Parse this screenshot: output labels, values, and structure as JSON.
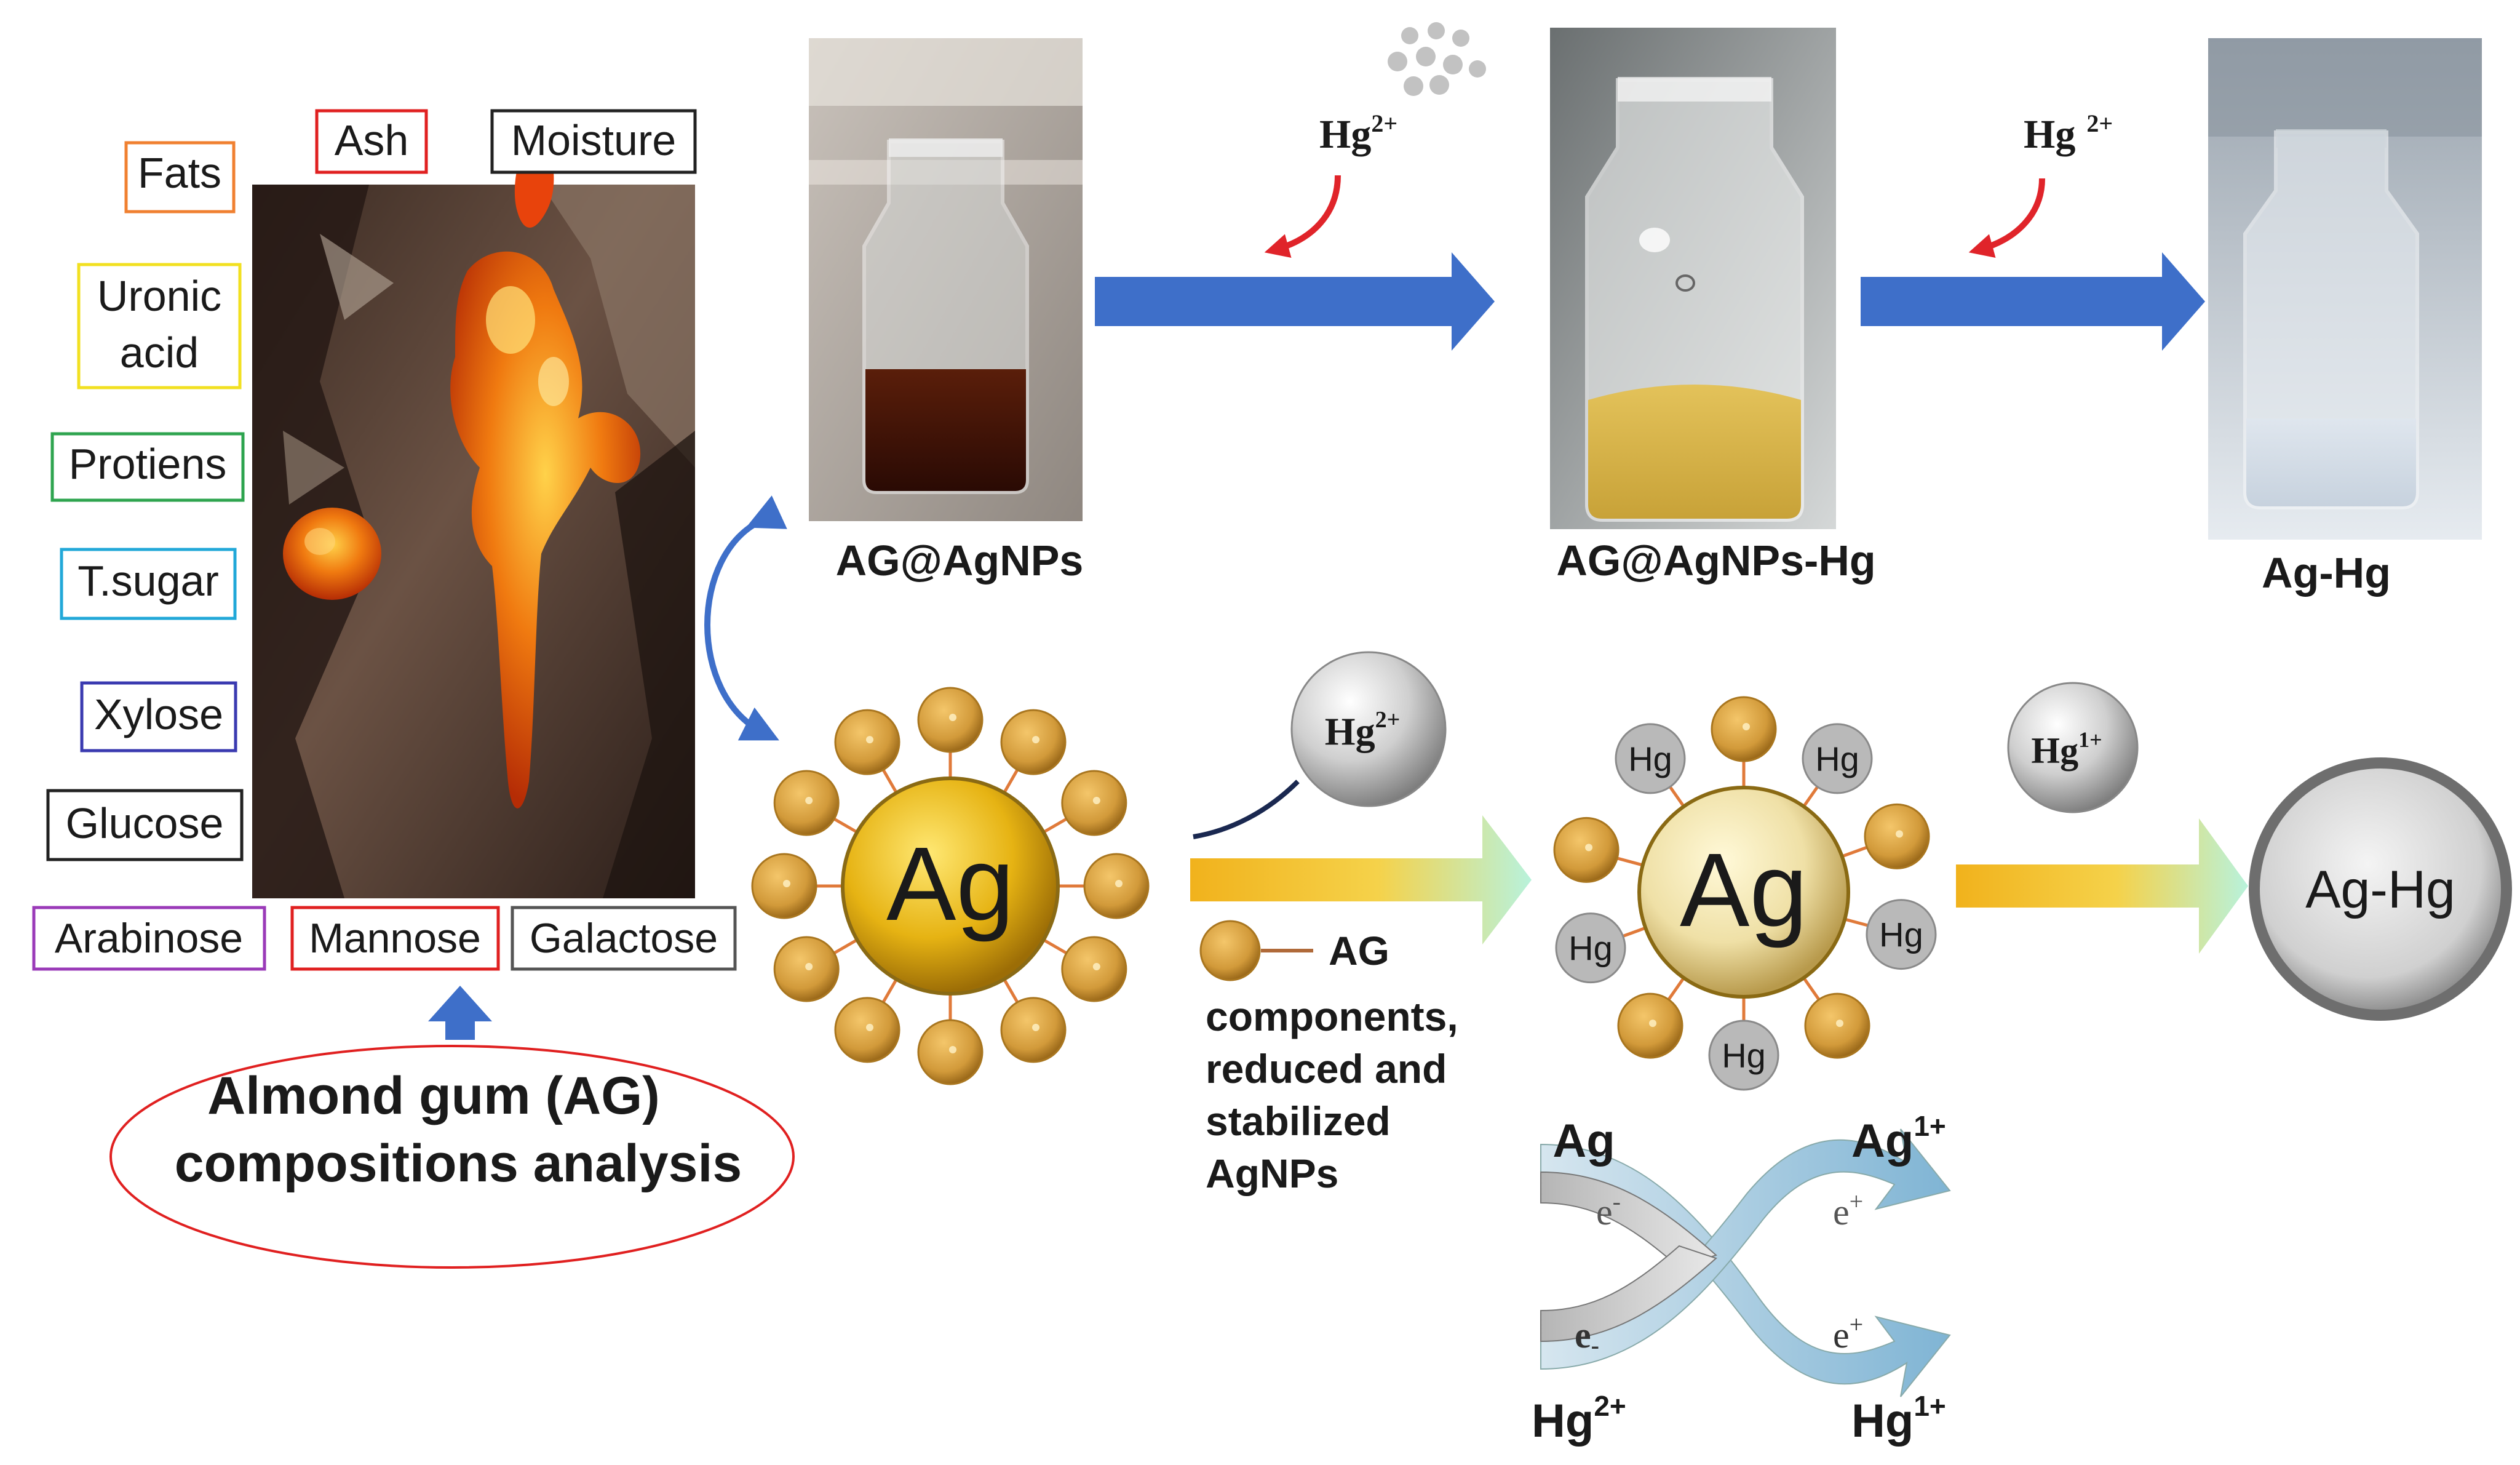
{
  "composition_labels": [
    {
      "text": "Fats",
      "color": "#f08030"
    },
    {
      "text": "Ash",
      "color": "#e02020"
    },
    {
      "text": "Moisture",
      "color": "#222222"
    },
    {
      "text": "Uronic",
      "color": "#f2e020"
    },
    {
      "text": "acid",
      "color": "#f2e020"
    },
    {
      "text": "Protiens",
      "color": "#2ea44f"
    },
    {
      "text": "T.sugar",
      "color": "#22a8d8"
    },
    {
      "text": "Xylose",
      "color": "#3a3ab0"
    },
    {
      "text": "Glucose",
      "color": "#222222"
    },
    {
      "text": "Arabinose",
      "color": "#9a3ab8"
    },
    {
      "text": "Mannose",
      "color": "#e02020"
    },
    {
      "text": "Galactose",
      "color": "#555555"
    }
  ],
  "ellipse_line1": "Almond gum (AG)",
  "ellipse_line2": "compositions analysis",
  "vial1_label": "AG@AgNPs",
  "vial2_label": "AG@AgNPs-Hg",
  "vial3_label": "Ag-Hg",
  "hg_ion_label": "Hg",
  "hg2_sup": "2+",
  "hg1_sup": "1+",
  "ag_core_label": "Ag",
  "hg_small_label": "Hg",
  "ag_hg_label": "Ag-Hg",
  "legend_lines": [
    "AG",
    "components,",
    "reduced and",
    "stabilized",
    "AgNPs"
  ],
  "redox": {
    "ag": "Ag",
    "ag1": "Ag",
    "hg2": "Hg",
    "hg1": "Hg",
    "sup_ag1": "1+",
    "sup_hg2": "2+",
    "sup_hg1": "1+",
    "e_minus": "e",
    "minus": "-",
    "plus": "+"
  },
  "colors": {
    "arrow_blue": "#3e6fc9",
    "red_arrow": "#e0242a",
    "ellipse_red": "#e02020",
    "gold": "#c89a22"
  }
}
